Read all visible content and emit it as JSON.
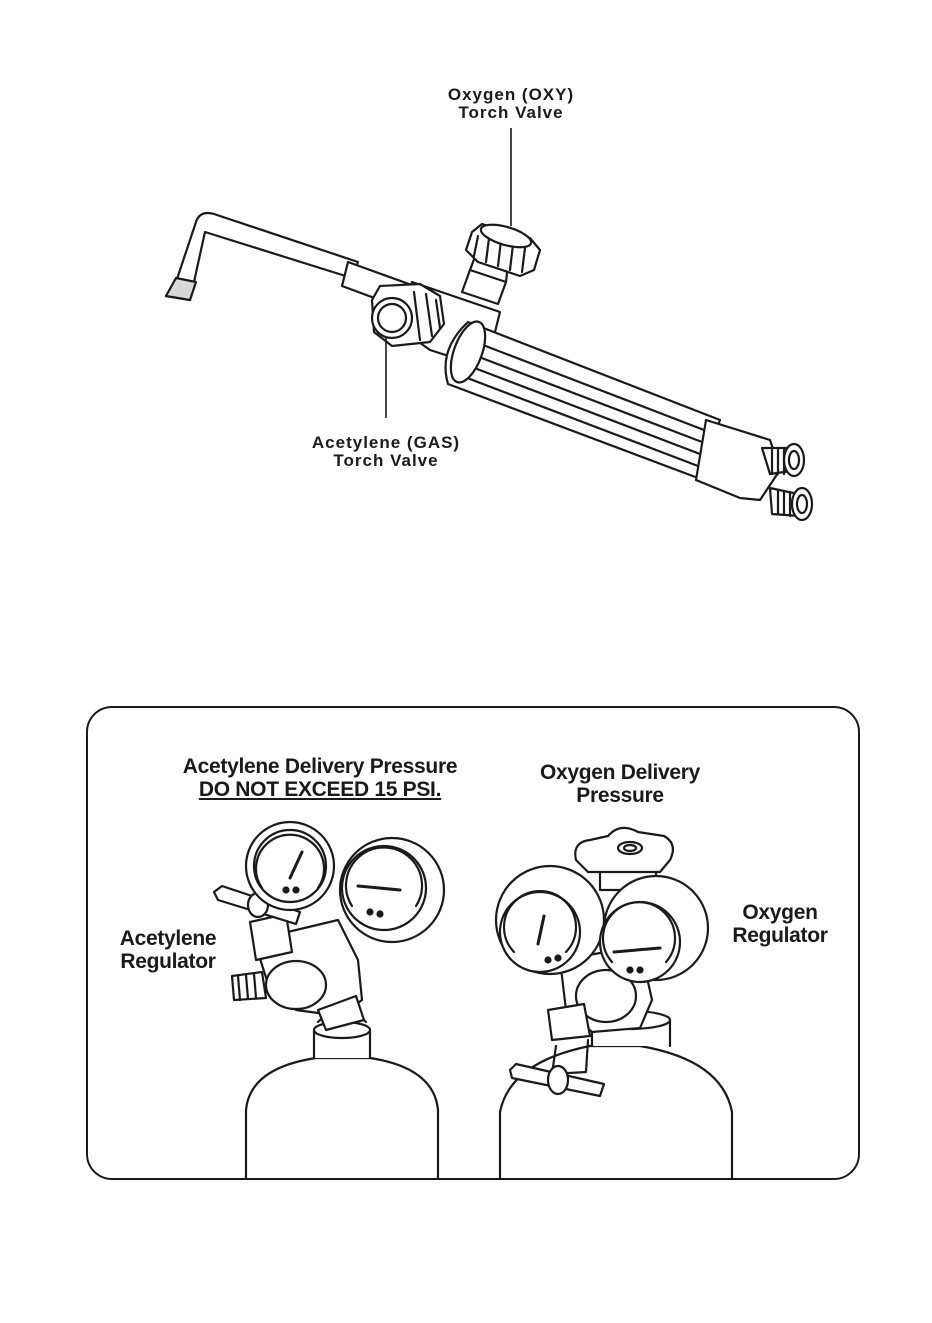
{
  "torch": {
    "oxy_valve_label": [
      "Oxygen (OXY)",
      "Torch Valve"
    ],
    "gas_valve_label": [
      "Acetylene (GAS)",
      "Torch Valve"
    ]
  },
  "regulators": {
    "acetylene_pressure_label": [
      "Acetylene Delivery Pressure",
      "DO NOT EXCEED 15 PSI."
    ],
    "oxygen_pressure_label": [
      "Oxygen Delivery",
      "Pressure"
    ],
    "acetylene_regulator_label": [
      "Acetylene",
      "Regulator"
    ],
    "oxygen_regulator_label": [
      "Oxygen",
      "Regulator"
    ]
  },
  "colors": {
    "line": "#1a1a1a",
    "background": "#ffffff",
    "shade": "#d9d9d9"
  }
}
